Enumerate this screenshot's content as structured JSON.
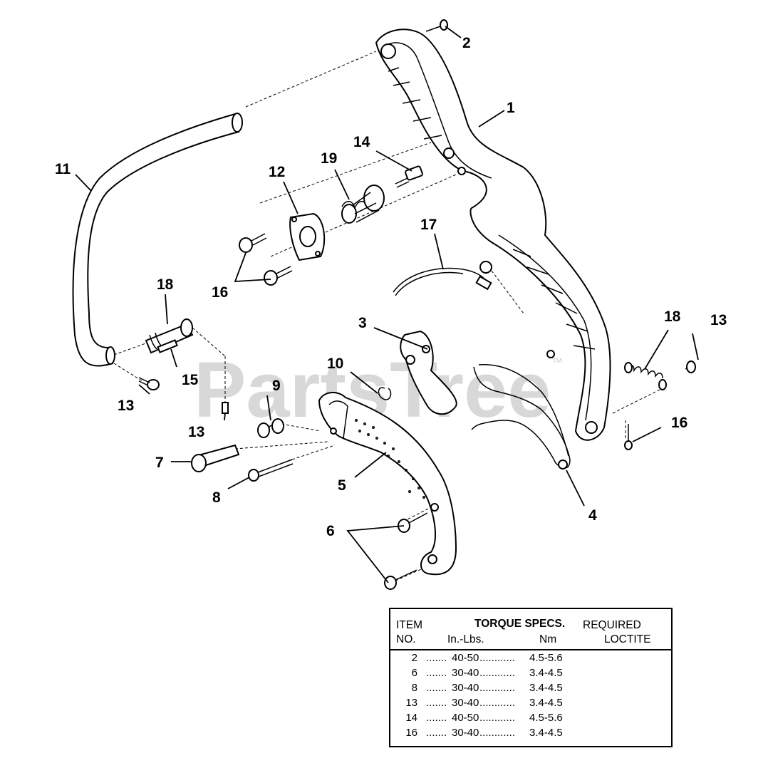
{
  "watermark": {
    "text": "PartsTree",
    "tm": "™"
  },
  "callouts": [
    {
      "id": "c1",
      "label": "1"
    },
    {
      "id": "c2",
      "label": "2"
    },
    {
      "id": "c3",
      "label": "3"
    },
    {
      "id": "c4",
      "label": "4"
    },
    {
      "id": "c5",
      "label": "5"
    },
    {
      "id": "c6",
      "label": "6"
    },
    {
      "id": "c7",
      "label": "7"
    },
    {
      "id": "c8",
      "label": "8"
    },
    {
      "id": "c9",
      "label": "9"
    },
    {
      "id": "c10",
      "label": "10"
    },
    {
      "id": "c11",
      "label": "11"
    },
    {
      "id": "c12",
      "label": "12"
    },
    {
      "id": "c13a",
      "label": "13"
    },
    {
      "id": "c13b",
      "label": "13"
    },
    {
      "id": "c13c",
      "label": "13"
    },
    {
      "id": "c14",
      "label": "14"
    },
    {
      "id": "c15",
      "label": "15"
    },
    {
      "id": "c16a",
      "label": "16"
    },
    {
      "id": "c16b",
      "label": "16"
    },
    {
      "id": "c17",
      "label": "17"
    },
    {
      "id": "c18a",
      "label": "18"
    },
    {
      "id": "c18b",
      "label": "18"
    },
    {
      "id": "c19",
      "label": "19"
    }
  ],
  "torque_table": {
    "header": {
      "item_line1": "ITEM",
      "item_line2": "NO.",
      "torque_title": "TORQUE SPECS.",
      "inlbs": "In.-Lbs.",
      "nm": "Nm",
      "loctite_line1": "REQUIRED",
      "loctite_line2": "LOCTITE"
    },
    "rows": [
      {
        "item": "2",
        "inlbs": "40-50",
        "nm": "4.5-5.6"
      },
      {
        "item": "6",
        "inlbs": "30-40",
        "nm": "3.4-4.5"
      },
      {
        "item": "8",
        "inlbs": "30-40",
        "nm": "3.4-4.5"
      },
      {
        "item": "13",
        "inlbs": "30-40",
        "nm": "3.4-4.5"
      },
      {
        "item": "14",
        "inlbs": "40-50",
        "nm": "4.5-5.6"
      },
      {
        "item": "16",
        "inlbs": "30-40",
        "nm": "3.4-4.5"
      }
    ],
    "dots_a": ".......",
    "dots_b": "............"
  }
}
